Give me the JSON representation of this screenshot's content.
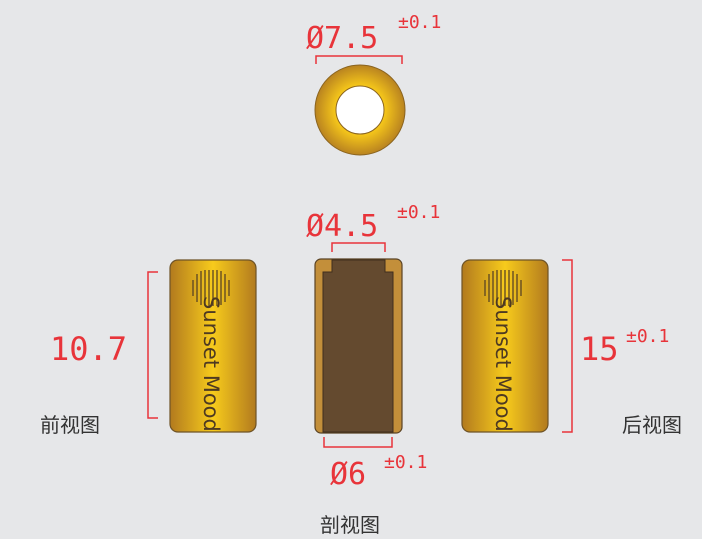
{
  "top_view": {
    "diameter": "Ø7.5",
    "tolerance": "±0.1"
  },
  "section_view": {
    "inner_diameter": "Ø4.5",
    "inner_tolerance": "±0.1",
    "outer_diameter": "Ø6",
    "outer_tolerance": "±0.1",
    "label": "剖视图"
  },
  "front_view": {
    "height": "10.7",
    "label": "前视图",
    "engraving": "Sunset Mood"
  },
  "back_view": {
    "height": "15",
    "tolerance": "±0.1",
    "label": "后视图",
    "engraving": "Sunset Mood"
  },
  "colors": {
    "dimension": "#e8343a",
    "gold_light": "#f7cb1c",
    "gold_dark": "#b27a1e",
    "section_fill": "#644a2f"
  }
}
